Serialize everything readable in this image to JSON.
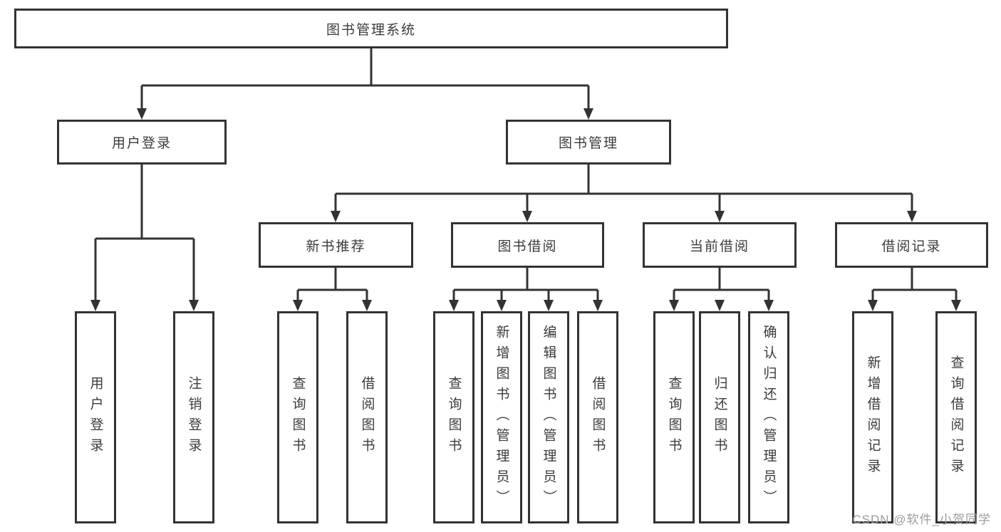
{
  "colors": {
    "background": "#ffffff",
    "line": "#333333",
    "box_border": "#333333",
    "text": "#3b3b3b",
    "watermark": "#9c9c9c"
  },
  "watermark": {
    "text": "CSDN @软件_小贺同学"
  },
  "tree": {
    "label": "图书管理系统",
    "children": [
      {
        "label": "用户登录",
        "children": [
          {
            "label": "用户登录"
          },
          {
            "label": "注销登录"
          }
        ]
      },
      {
        "label": "图书管理",
        "children": [
          {
            "label": "新书推荐",
            "children": [
              {
                "label": "查询图书"
              },
              {
                "label": "借阅图书"
              }
            ]
          },
          {
            "label": "图书借阅",
            "children": [
              {
                "label": "查询图书"
              },
              {
                "label": "新增图书（管理员）"
              },
              {
                "label": "编辑图书（管理员）"
              },
              {
                "label": "借阅图书"
              }
            ]
          },
          {
            "label": "当前借阅",
            "children": [
              {
                "label": "查询图书"
              },
              {
                "label": "归还图书"
              },
              {
                "label": "确认归还（管理员）"
              }
            ]
          },
          {
            "label": "借阅记录",
            "children": [
              {
                "label": "新增借阅记录"
              },
              {
                "label": "查询借阅记录"
              }
            ]
          }
        ]
      }
    ]
  }
}
